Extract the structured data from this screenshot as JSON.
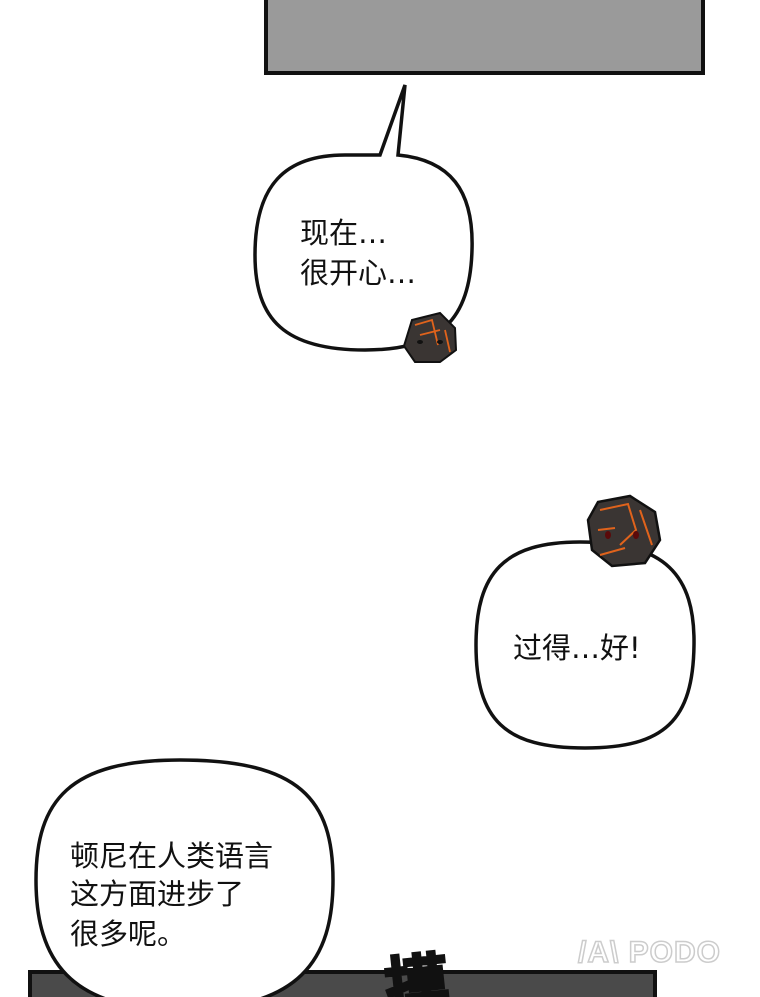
{
  "bubbles": [
    {
      "lines": [
        "现在…",
        "很开心…"
      ]
    },
    {
      "lines": [
        "过得…好!"
      ]
    },
    {
      "lines": [
        "顿尼在人类语言",
        "这方面进步了",
        "很多呢。"
      ]
    }
  ],
  "sfx": "摸",
  "watermark": "/A\\ PODO",
  "colors": {
    "panel_gray": "#9a9a9a",
    "panel_dark": "#4a4a4a",
    "rock": "#3a3533",
    "lava": "#e0631c"
  }
}
